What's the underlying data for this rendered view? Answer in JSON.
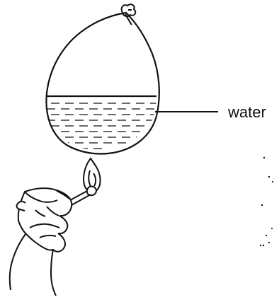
{
  "diagram": {
    "labels": {
      "water": "water"
    },
    "colors": {
      "ink": "#111111",
      "background": "#ffffff"
    },
    "elements": [
      "balloon",
      "balloon-knot",
      "water-fill",
      "leader-line",
      "flame",
      "match-stick",
      "hand"
    ]
  }
}
